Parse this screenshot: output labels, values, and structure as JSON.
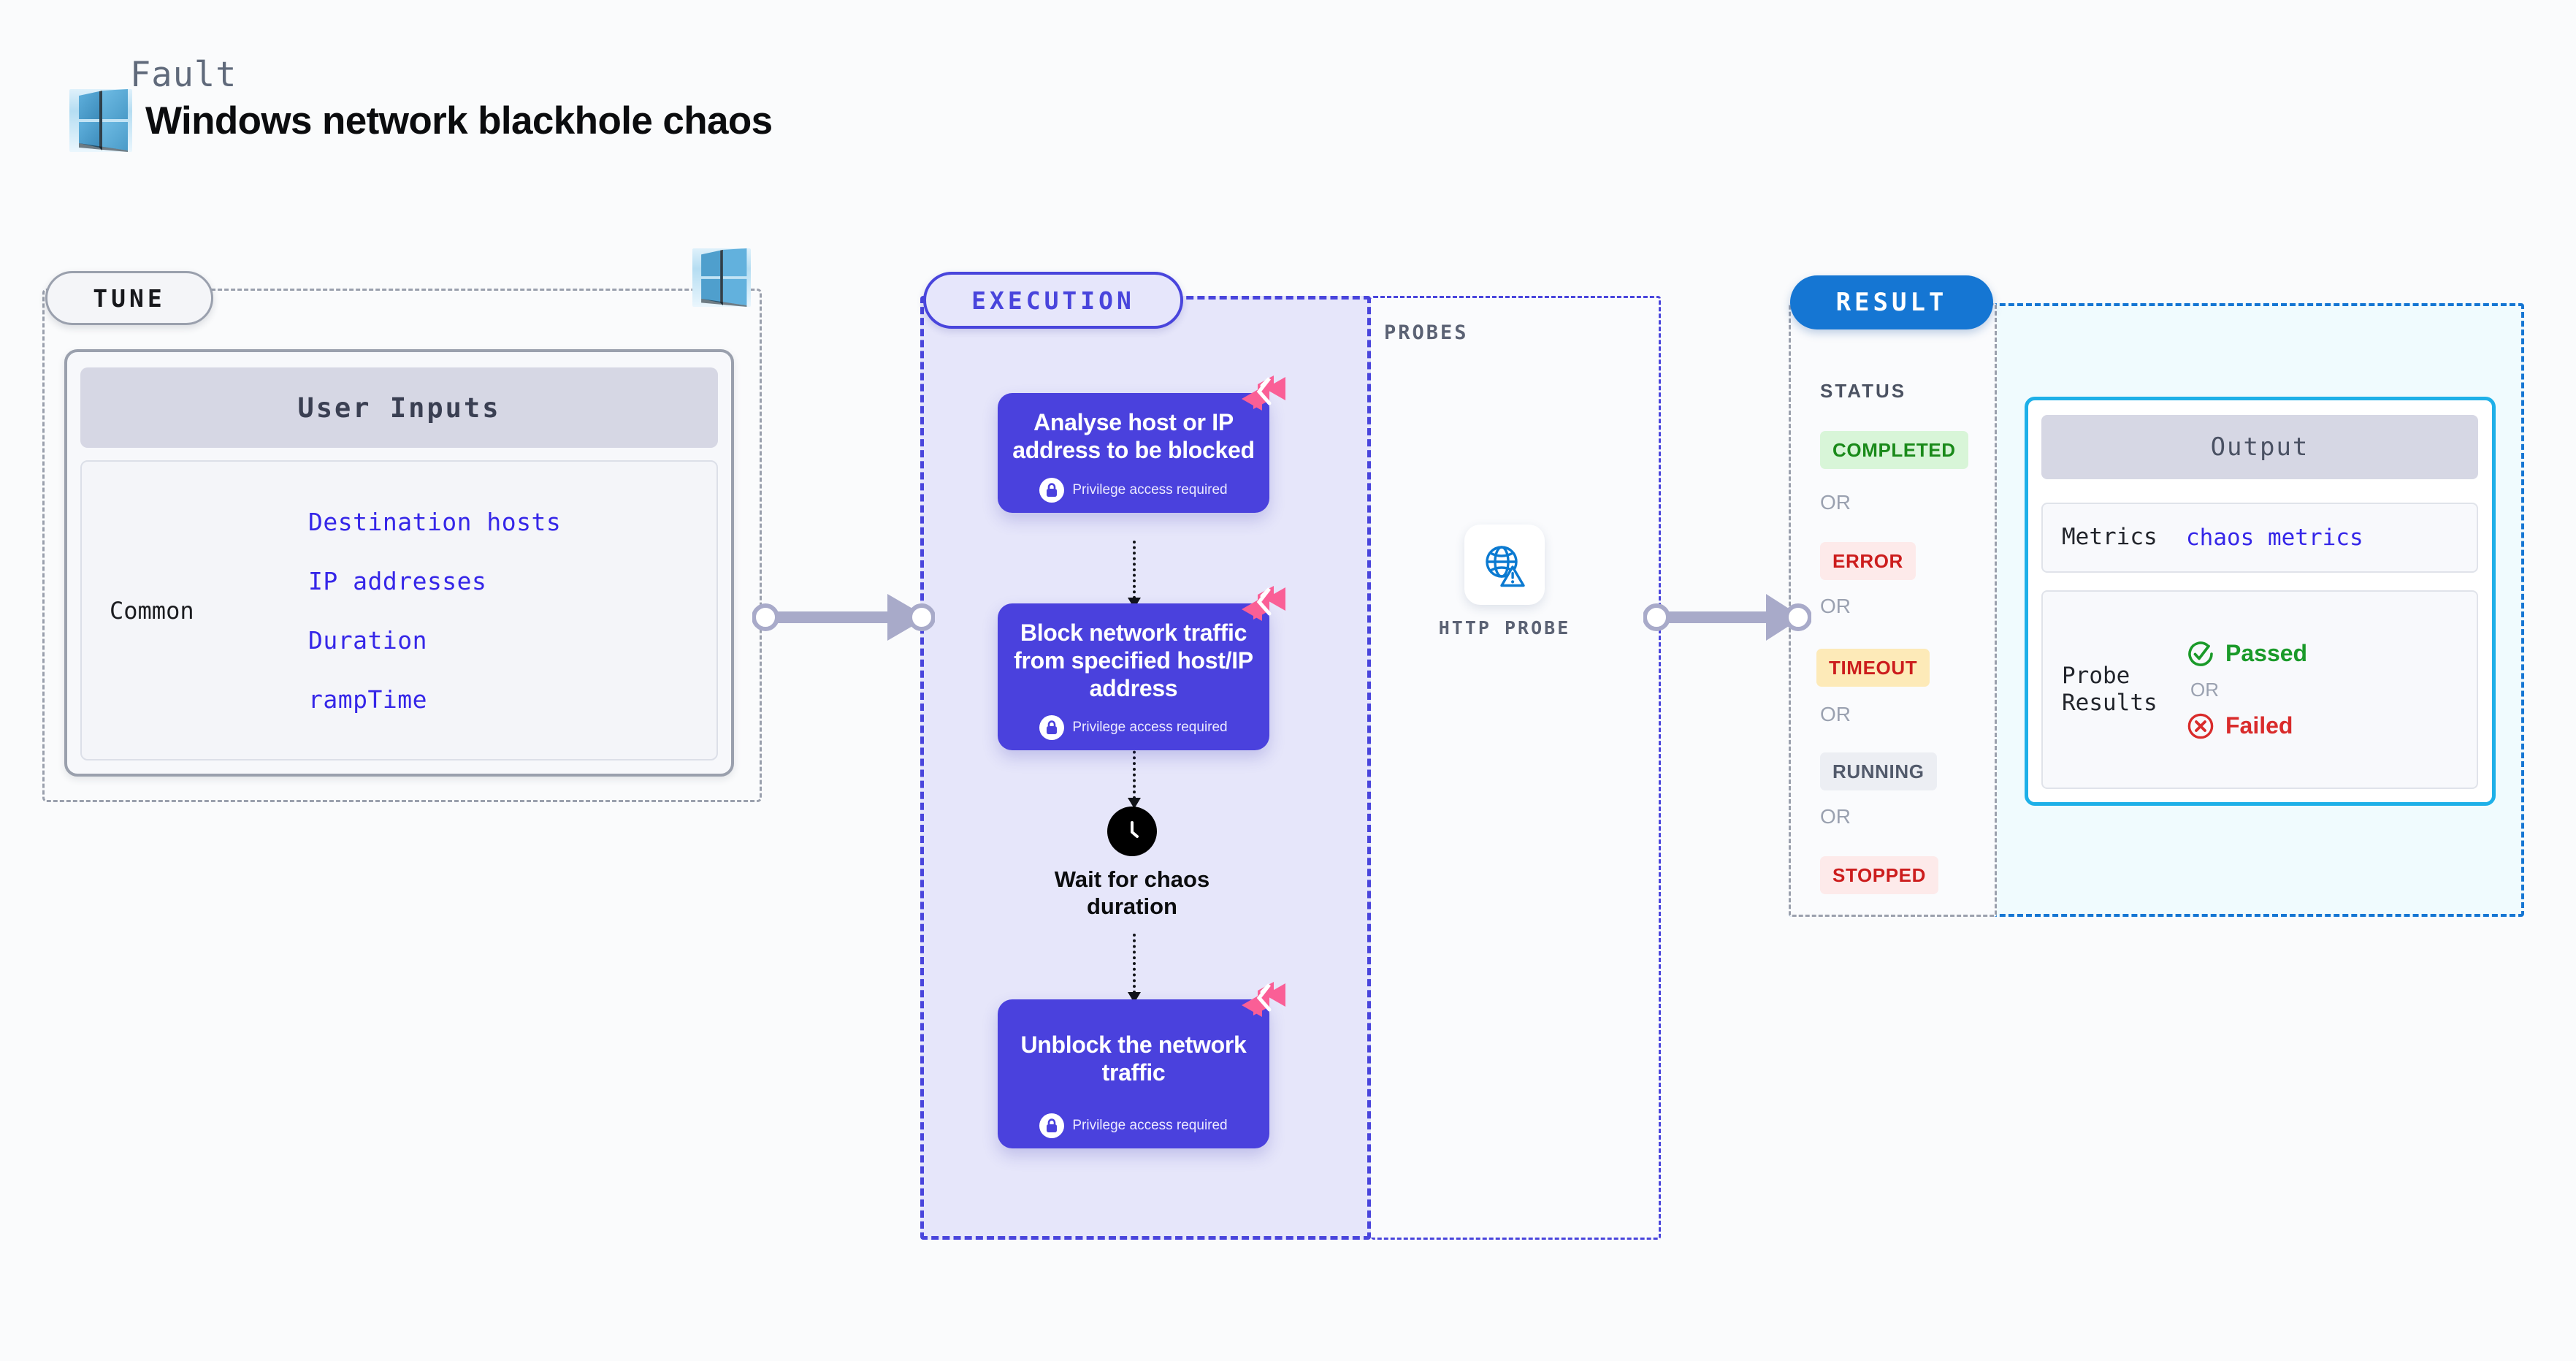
{
  "header": {
    "kicker": "Fault",
    "title": "Windows network blackhole chaos",
    "logo_icon": "windows-logo-icon"
  },
  "tune": {
    "pill_label": "TUNE",
    "badge_icon": "windows-logo-icon",
    "user_inputs_header": "User Inputs",
    "group_label": "Common",
    "inputs": [
      "Destination hosts",
      "IP addresses",
      "Duration",
      "rampTime"
    ]
  },
  "execution": {
    "pill_label": "EXECUTION",
    "privilege_note": "Privilege access required",
    "lock_icon": "lock-icon",
    "ribbon_icon": "chaos-ribbon-icon",
    "steps": [
      {
        "title": "Analyse host or IP address to be blocked",
        "privilege": true
      },
      {
        "title": "Block network traffic from specified host/IP address",
        "privilege": true
      }
    ],
    "wait": {
      "icon": "clock-icon",
      "label": "Wait for chaos duration"
    },
    "final_step": {
      "title": "Unblock the network traffic",
      "privilege": true
    }
  },
  "probes": {
    "section_label": "PROBES",
    "items": [
      {
        "icon": "globe-warning-icon",
        "caption": "HTTP PROBE"
      }
    ]
  },
  "result": {
    "pill_label": "RESULT",
    "status_label": "STATUS",
    "or_label": "OR",
    "statuses": [
      {
        "label": "COMPLETED",
        "color": "#1a8a1a",
        "bg": "#d8f5d8"
      },
      {
        "label": "ERROR",
        "color": "#cc1d1d",
        "bg": "#fdeaea"
      },
      {
        "label": "TIMEOUT",
        "color": "#cc1d1d",
        "bg": "#fdeab8"
      },
      {
        "label": "RUNNING",
        "color": "#525a6b",
        "bg": "#eceef3"
      },
      {
        "label": "STOPPED",
        "color": "#cc1d1d",
        "bg": "#fdeaea"
      }
    ],
    "output": {
      "header": "Output",
      "metrics_key": "Metrics",
      "metrics_value": "chaos metrics",
      "probe_results_key": "Probe Results",
      "passed_label": "Passed",
      "passed_icon": "check-circle-icon",
      "failed_label": "Failed",
      "failed_icon": "x-circle-icon",
      "or_label": "OR"
    }
  },
  "colors": {
    "accent_purple": "#4a41dd",
    "accent_blue": "#1576d3",
    "accent_cyan": "#1eb0e8",
    "ribbon_pink": "#fa5f96",
    "mono_blue": "#3526e8",
    "pass_green": "#1a8a1a",
    "fail_red": "#d92b2b"
  }
}
